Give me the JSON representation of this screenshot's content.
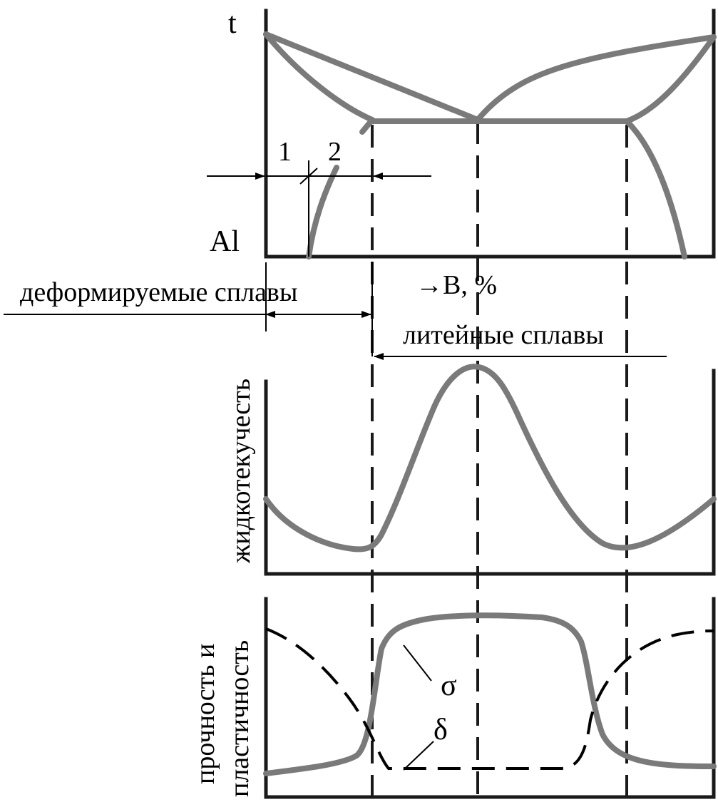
{
  "colors": {
    "frame": "#1a1a1a",
    "curve": "#7a7a7a",
    "background": "#ffffff"
  },
  "phase_diagram": {
    "temperature_label": "t",
    "base_metal_label": "Al",
    "region_label_1": "1",
    "region_label_2": "2",
    "composition_label": "→B, %"
  },
  "alloy_classes": {
    "wrought": "деформируемые сплавы",
    "cast": "литейные сплавы"
  },
  "fluidity_panel": {
    "ylabel": "жидкотекучесть"
  },
  "properties_panel": {
    "ylabel_line1": "прочность и",
    "ylabel_line2": "пластичность",
    "strength_symbol": "σ",
    "ductility_symbol": "δ"
  }
}
